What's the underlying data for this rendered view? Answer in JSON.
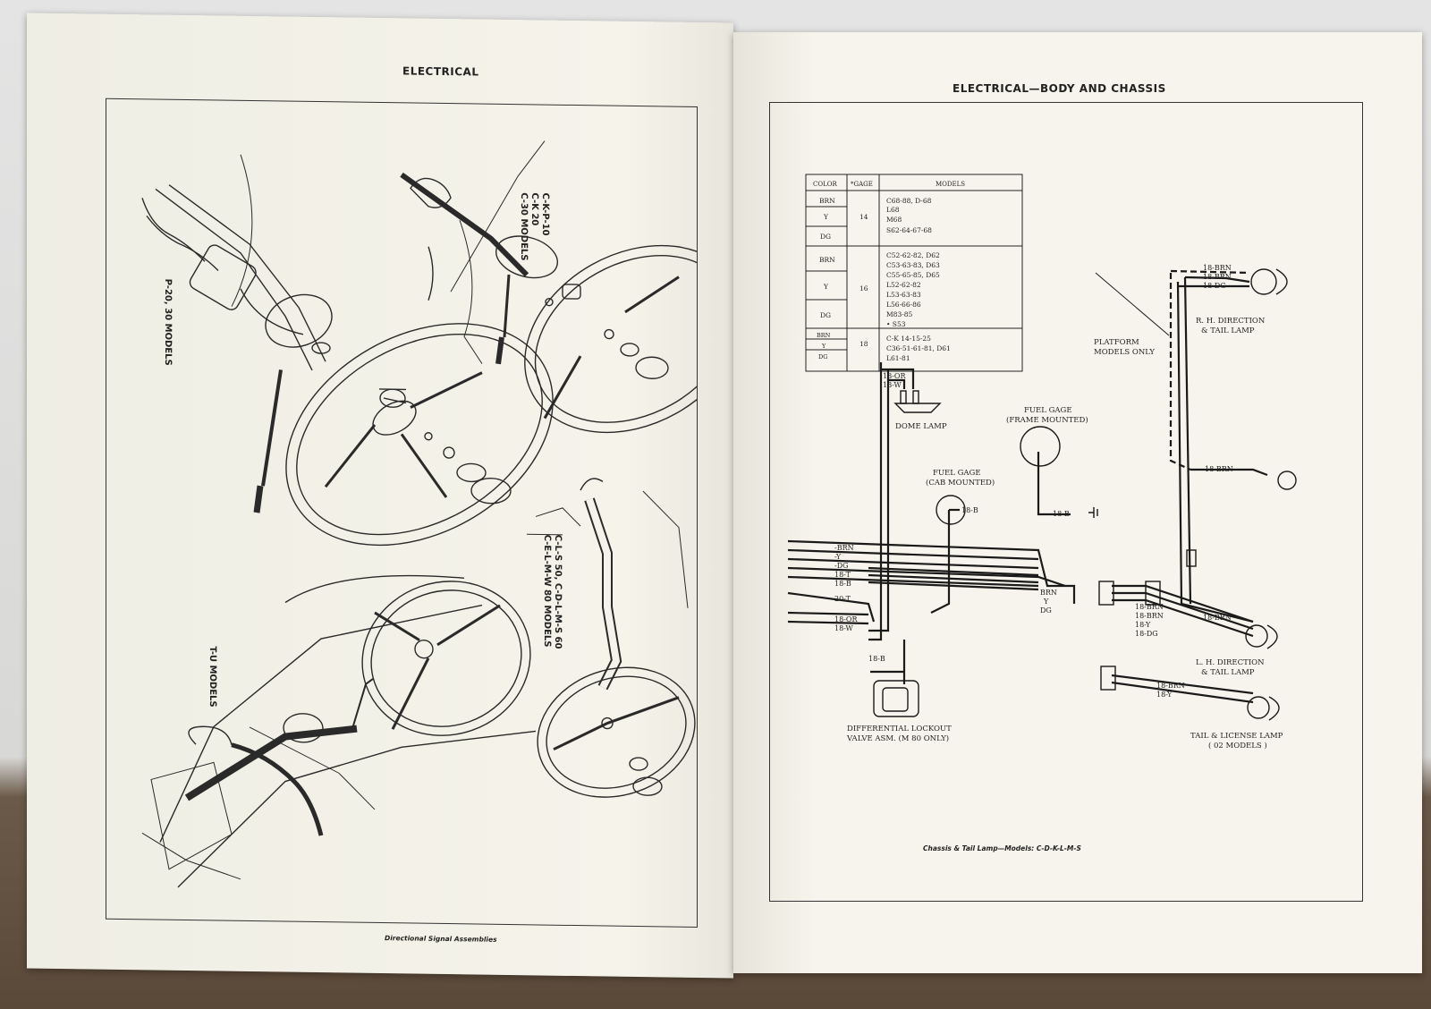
{
  "left_page": {
    "title": "ELECTRICAL",
    "labels": {
      "ck": [
        "C-K-P-10",
        "C-K 20",
        "C-30 MODELS"
      ],
      "p": "P-20, 30 MODELS",
      "cl": [
        "C-L-S 50, C-D-L-M-S 60",
        "C-E-L-M-W 80 MODELS"
      ],
      "tu": "T-U MODELS"
    },
    "caption": "Directional Signal Assemblies"
  },
  "right_page": {
    "title": "ELECTRICAL—BODY AND CHASSIS",
    "table": {
      "headers": [
        "COLOR",
        "*GAGE",
        "MODELS"
      ],
      "groups": [
        {
          "colors": [
            "BRN",
            "Y",
            "DG"
          ],
          "gage": "14",
          "models": [
            "C68-88, D-68",
            "L68",
            "M68",
            "S62-64-67-68"
          ]
        },
        {
          "colors": [
            "BRN",
            "Y",
            "DG"
          ],
          "gage": "16",
          "models": [
            "C52-62-82,  D62",
            "C53-63-83,  D63",
            "C55-65-85,  D65",
            "L52-62-82",
            "L53-63-83",
            "L56-66-86",
            "M83-85",
            "• S53"
          ]
        },
        {
          "colors": [
            "BRN",
            "Y",
            "DG"
          ],
          "gage": "18",
          "models": [
            "C-K 14-15-25",
            "C36-51-61-81, D61",
            "L61-81"
          ]
        }
      ]
    },
    "wires": {
      "rh_brn_dashed": "18-BRN",
      "rh_brn": "18-BRN",
      "rh_dg": "18-DG",
      "or": "18-OR",
      "w": "18-W",
      "fuel_b": "18-B",
      "fuel_frame_b": "18-B",
      "bus_brn": "-BRN",
      "bus_y": "-Y",
      "bus_dg": "-DG",
      "bus_t": "18-T",
      "bus_b": "18-B",
      "bus_20t": "20-T",
      "bus_or": "18-OR",
      "bus_w": "18-W",
      "plat_brn": "18-BRN",
      "conn_brn": "BRN",
      "conn_y": "Y",
      "conn_dg": "DG",
      "lh_brn1": "18-BRN",
      "lh_brn2": "18-BRN",
      "lh_brn3": "18-BRN",
      "lh_y": "18-Y",
      "lh_dg": "18-DG",
      "diff_b": "18-B",
      "tl_brn": "18-BRN",
      "tl_y": "18-Y"
    },
    "components": {
      "rh_lamp": [
        "R. H. DIRECTION",
        "& TAIL LAMP"
      ],
      "platform": [
        "PLATFORM",
        "MODELS ONLY"
      ],
      "dome": "DOME LAMP",
      "fuel_frame": [
        "FUEL GAGE",
        "(FRAME MOUNTED)"
      ],
      "fuel_cab": [
        "FUEL GAGE",
        "(CAB MOUNTED)"
      ],
      "lh_lamp": [
        "L. H. DIRECTION",
        "& TAIL LAMP"
      ],
      "diff": [
        "DIFFERENTIAL LOCKOUT",
        "VALVE ASM. (M 80 ONLY)"
      ],
      "license": [
        "TAIL & LICENSE LAMP",
        "( 02 MODELS )"
      ]
    },
    "caption": "Chassis & Tail Lamp—Models: C-D-K-L-M-S"
  }
}
